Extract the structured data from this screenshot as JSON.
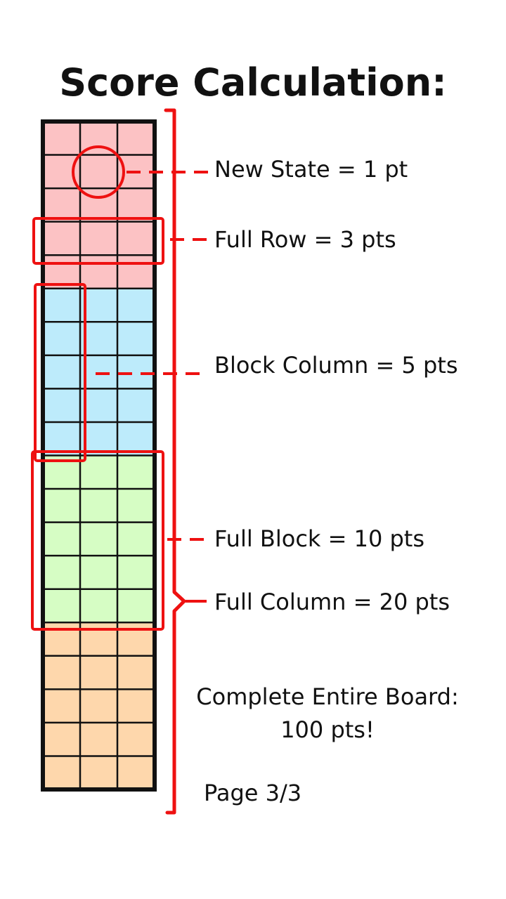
{
  "title": "Score Calculation:",
  "colors": {
    "band_1": "#fcc2c4",
    "band_2": "#bdebfb",
    "band_3": "#d6fdc4",
    "band_4": "#fed7ac",
    "ink": "#111111",
    "highlight": "#ee1111"
  },
  "board": {
    "columns": 3,
    "rows": 20,
    "bands": [
      "band_1",
      "band_2",
      "band_3",
      "band_4"
    ]
  },
  "rules": {
    "new_state": "New State = 1 pt",
    "full_row": "Full Row = 3 pts",
    "block_column": "Block Column = 5 pts",
    "full_block": "Full Block = 10 pts",
    "full_column": "Full Column = 20 pts"
  },
  "complete_board": {
    "line1": "Complete Entire Board:",
    "line2": "100 pts!"
  },
  "page_indicator": "Page 3/3"
}
